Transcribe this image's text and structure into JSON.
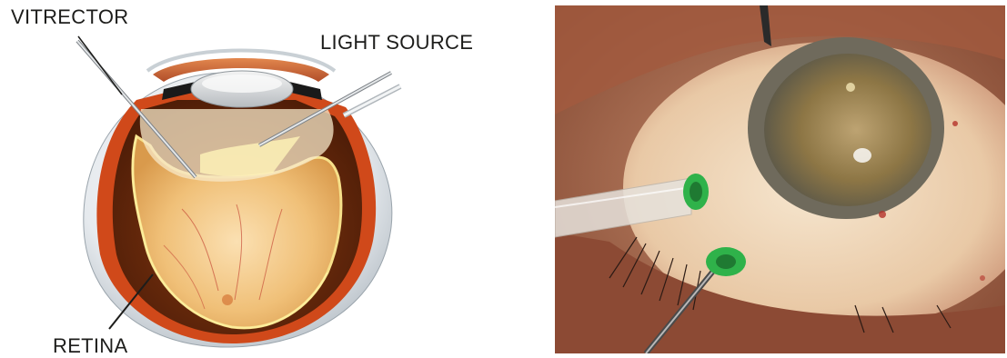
{
  "left_panel": {
    "labels": {
      "vitrector": "VITRECTOR",
      "light_source": "LIGHT SOURCE",
      "retina": "RETINA"
    }
  },
  "colors": {
    "sclera": "#e9edf0",
    "choroid": "#d0491a",
    "vitreous_cavity": "#6e2c0c",
    "retina_detached": "#f3c98a",
    "port_green": "#2fb24a",
    "instrument": "#d8d8d8"
  }
}
